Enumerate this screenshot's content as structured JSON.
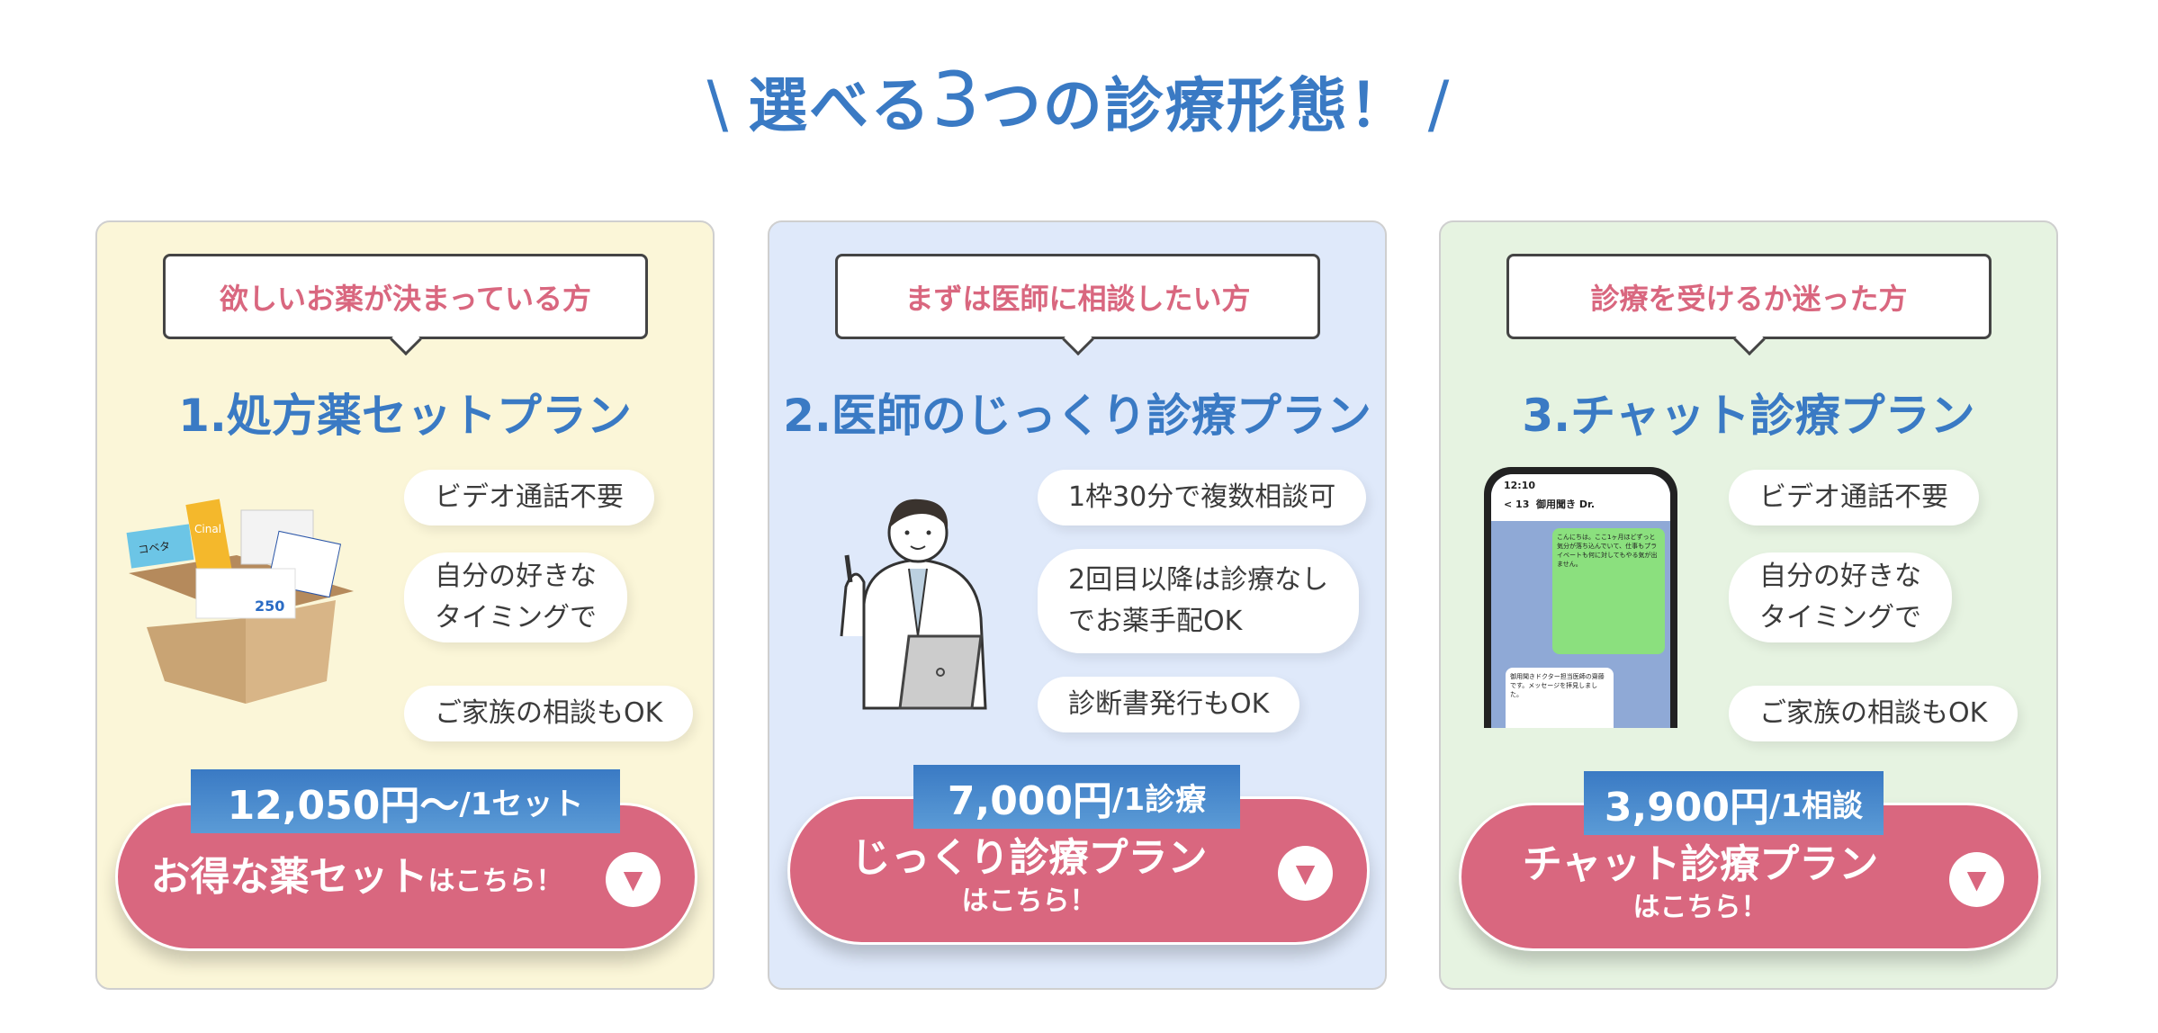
{
  "header": {
    "slash_left": "\\",
    "title_pre": "選べる",
    "title_num": "3",
    "title_post": "つの診療形態！",
    "slash_right": "/"
  },
  "plans": [
    {
      "target": "欲しいお薬が決まっている方",
      "title": "1.処方薬セットプラン",
      "features": [
        "ビデオ通話不要",
        "自分の好きな\nタイミングで",
        "ご家族の相談もOK"
      ],
      "price": "12,050円〜",
      "price_unit": "/1セット",
      "cta_main": "お得な薬セット",
      "cta_sub": "はこちら！",
      "image_labels": [
        "コベタ",
        "Cinal",
        "250"
      ]
    },
    {
      "target": "まずは医師に相談したい方",
      "title": "2.医師のじっくり診療プラン",
      "features": [
        "1枠30分で複数相談可",
        "2回目以降は診療なし\nでお薬手配OK",
        "診断書発行もOK"
      ],
      "price": "7,000円",
      "price_unit": "/1診療",
      "cta_main": "じっくり診療プラン",
      "cta_sub": "はこちら！"
    },
    {
      "target": "診療を受けるか迷った方",
      "title": "3.チャット診療プラン",
      "features": [
        "ビデオ通話不要",
        "自分の好きな\nタイミングで",
        "ご家族の相談もOK"
      ],
      "price": "3,900円",
      "price_unit": "/1相談",
      "cta_main": "チャット診療プラン",
      "cta_sub": "はこちら！",
      "phone": {
        "time": "12:10",
        "back": "< 13",
        "contact": "御用聞き Dr.",
        "msg_user": "こんにちは。ここ1ヶ月ほどずっと気分が落ち込んでいて、仕事もプライベートも何に対してもやる気が出ません。",
        "msg_doctor": "御用聞きドクター担当医師の齋藤です。メッセージを拝見しました。"
      }
    }
  ],
  "colors": {
    "accent_blue": "#3a7ac4",
    "cta_pink": "#d9677f",
    "card1": "#fbf6d8",
    "card2": "#dfe9fa",
    "card3": "#e6f3e1"
  },
  "icons": {
    "cta": "triangle-down-icon"
  }
}
